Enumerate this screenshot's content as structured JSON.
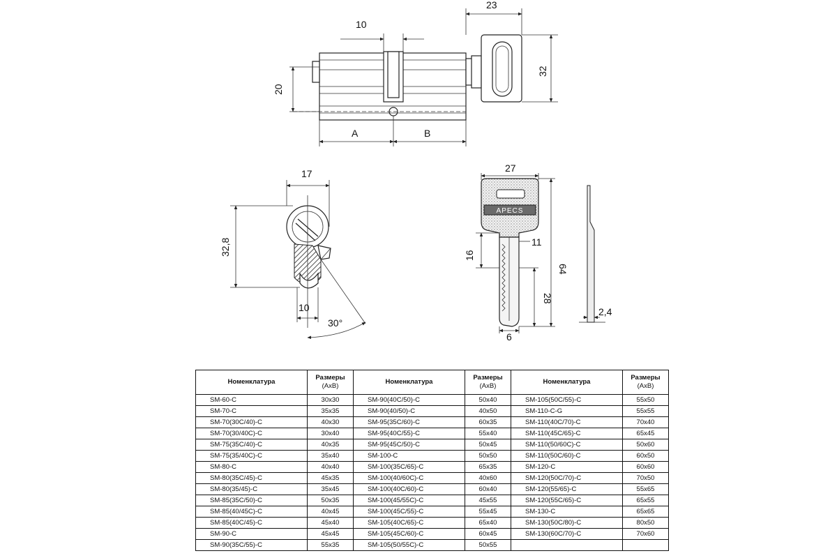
{
  "dimensions": {
    "top_view": {
      "d23": "23",
      "d10": "10",
      "d32": "32",
      "d20": "20",
      "dA": "A",
      "dB": "B"
    },
    "side_view": {
      "d17": "17",
      "d32_8": "32,8",
      "d10": "10",
      "angle": "30°"
    },
    "key_view": {
      "d27": "27",
      "d16": "16",
      "d11": "11",
      "d64": "64",
      "d28": "28",
      "d6": "6",
      "d2_4": "2,4",
      "brand": "APECS"
    }
  },
  "table": {
    "headers": [
      {
        "title": "Номенклатура",
        "sub": ""
      },
      {
        "title": "Размеры",
        "sub": "(АхВ)"
      },
      {
        "title": "Номенклатура",
        "sub": ""
      },
      {
        "title": "Размеры",
        "sub": "(АхВ)"
      },
      {
        "title": "Номенклатура",
        "sub": ""
      },
      {
        "title": "Размеры",
        "sub": "(АхВ)"
      }
    ],
    "rows": [
      [
        "SM-60-C",
        "30x30",
        "SM-90(40C/50)-C",
        "50x40",
        "SM-105(50C/55)-C",
        "55x50"
      ],
      [
        "SM-70-C",
        "35x35",
        "SM-90(40/50)-C",
        "40x50",
        "SM-110-C-G",
        "55x55"
      ],
      [
        "SM-70(30C/40)-C",
        "40x30",
        "SM-95(35C/60)-C",
        "60x35",
        "SM-110(40C/70)-C",
        "70x40"
      ],
      [
        "SM-70(30/40C)-C",
        "30x40",
        "SM-95(40C/55)-C",
        "55x40",
        "SM-110(45C/65)-C",
        "65x45"
      ],
      [
        "SM-75(35C/40)-C",
        "40x35",
        "SM-95(45C/50)-C",
        "50x45",
        "SM-110(50/60C)-C",
        "50x60"
      ],
      [
        "SM-75(35/40C)-C",
        "35x40",
        "SM-100-C",
        "50x50",
        "SM-110(50C/60)-C",
        "60x50"
      ],
      [
        "SM-80-C",
        "40x40",
        "SM-100(35C/65)-C",
        "65x35",
        "SM-120-C",
        "60x60"
      ],
      [
        "SM-80(35C/45)-C",
        "45x35",
        "SM-100(40/60C)-C",
        "40x60",
        "SM-120(50C/70)-C",
        "70x50"
      ],
      [
        "SM-80(35/45)-C",
        "35x45",
        "SM-100(40C/60)-C",
        "60x40",
        "SM-120(55/65)-C",
        "55x65"
      ],
      [
        "SM-85(35C/50)-C",
        "50x35",
        "SM-100(45/55C)-C",
        "45x55",
        "SM-120(55C/65)-C",
        "65x55"
      ],
      [
        "SM-85(40/45C)-C",
        "40x45",
        "SM-100(45C/55)-C",
        "55x45",
        "SM-130-C",
        "65x65"
      ],
      [
        "SM-85(40C/45)-C",
        "45x40",
        "SM-105(40C/65)-C",
        "65x40",
        "SM-130(50C/80)-C",
        "80x50"
      ],
      [
        "SM-90-C",
        "45x45",
        "SM-105(45C/60)-C",
        "60x45",
        "SM-130(60C/70)-C",
        "70x60"
      ],
      [
        "SM-90(35C/55)-C",
        "55x35",
        "SM-105(50/55C)-C",
        "50x55",
        "",
        ""
      ]
    ]
  }
}
